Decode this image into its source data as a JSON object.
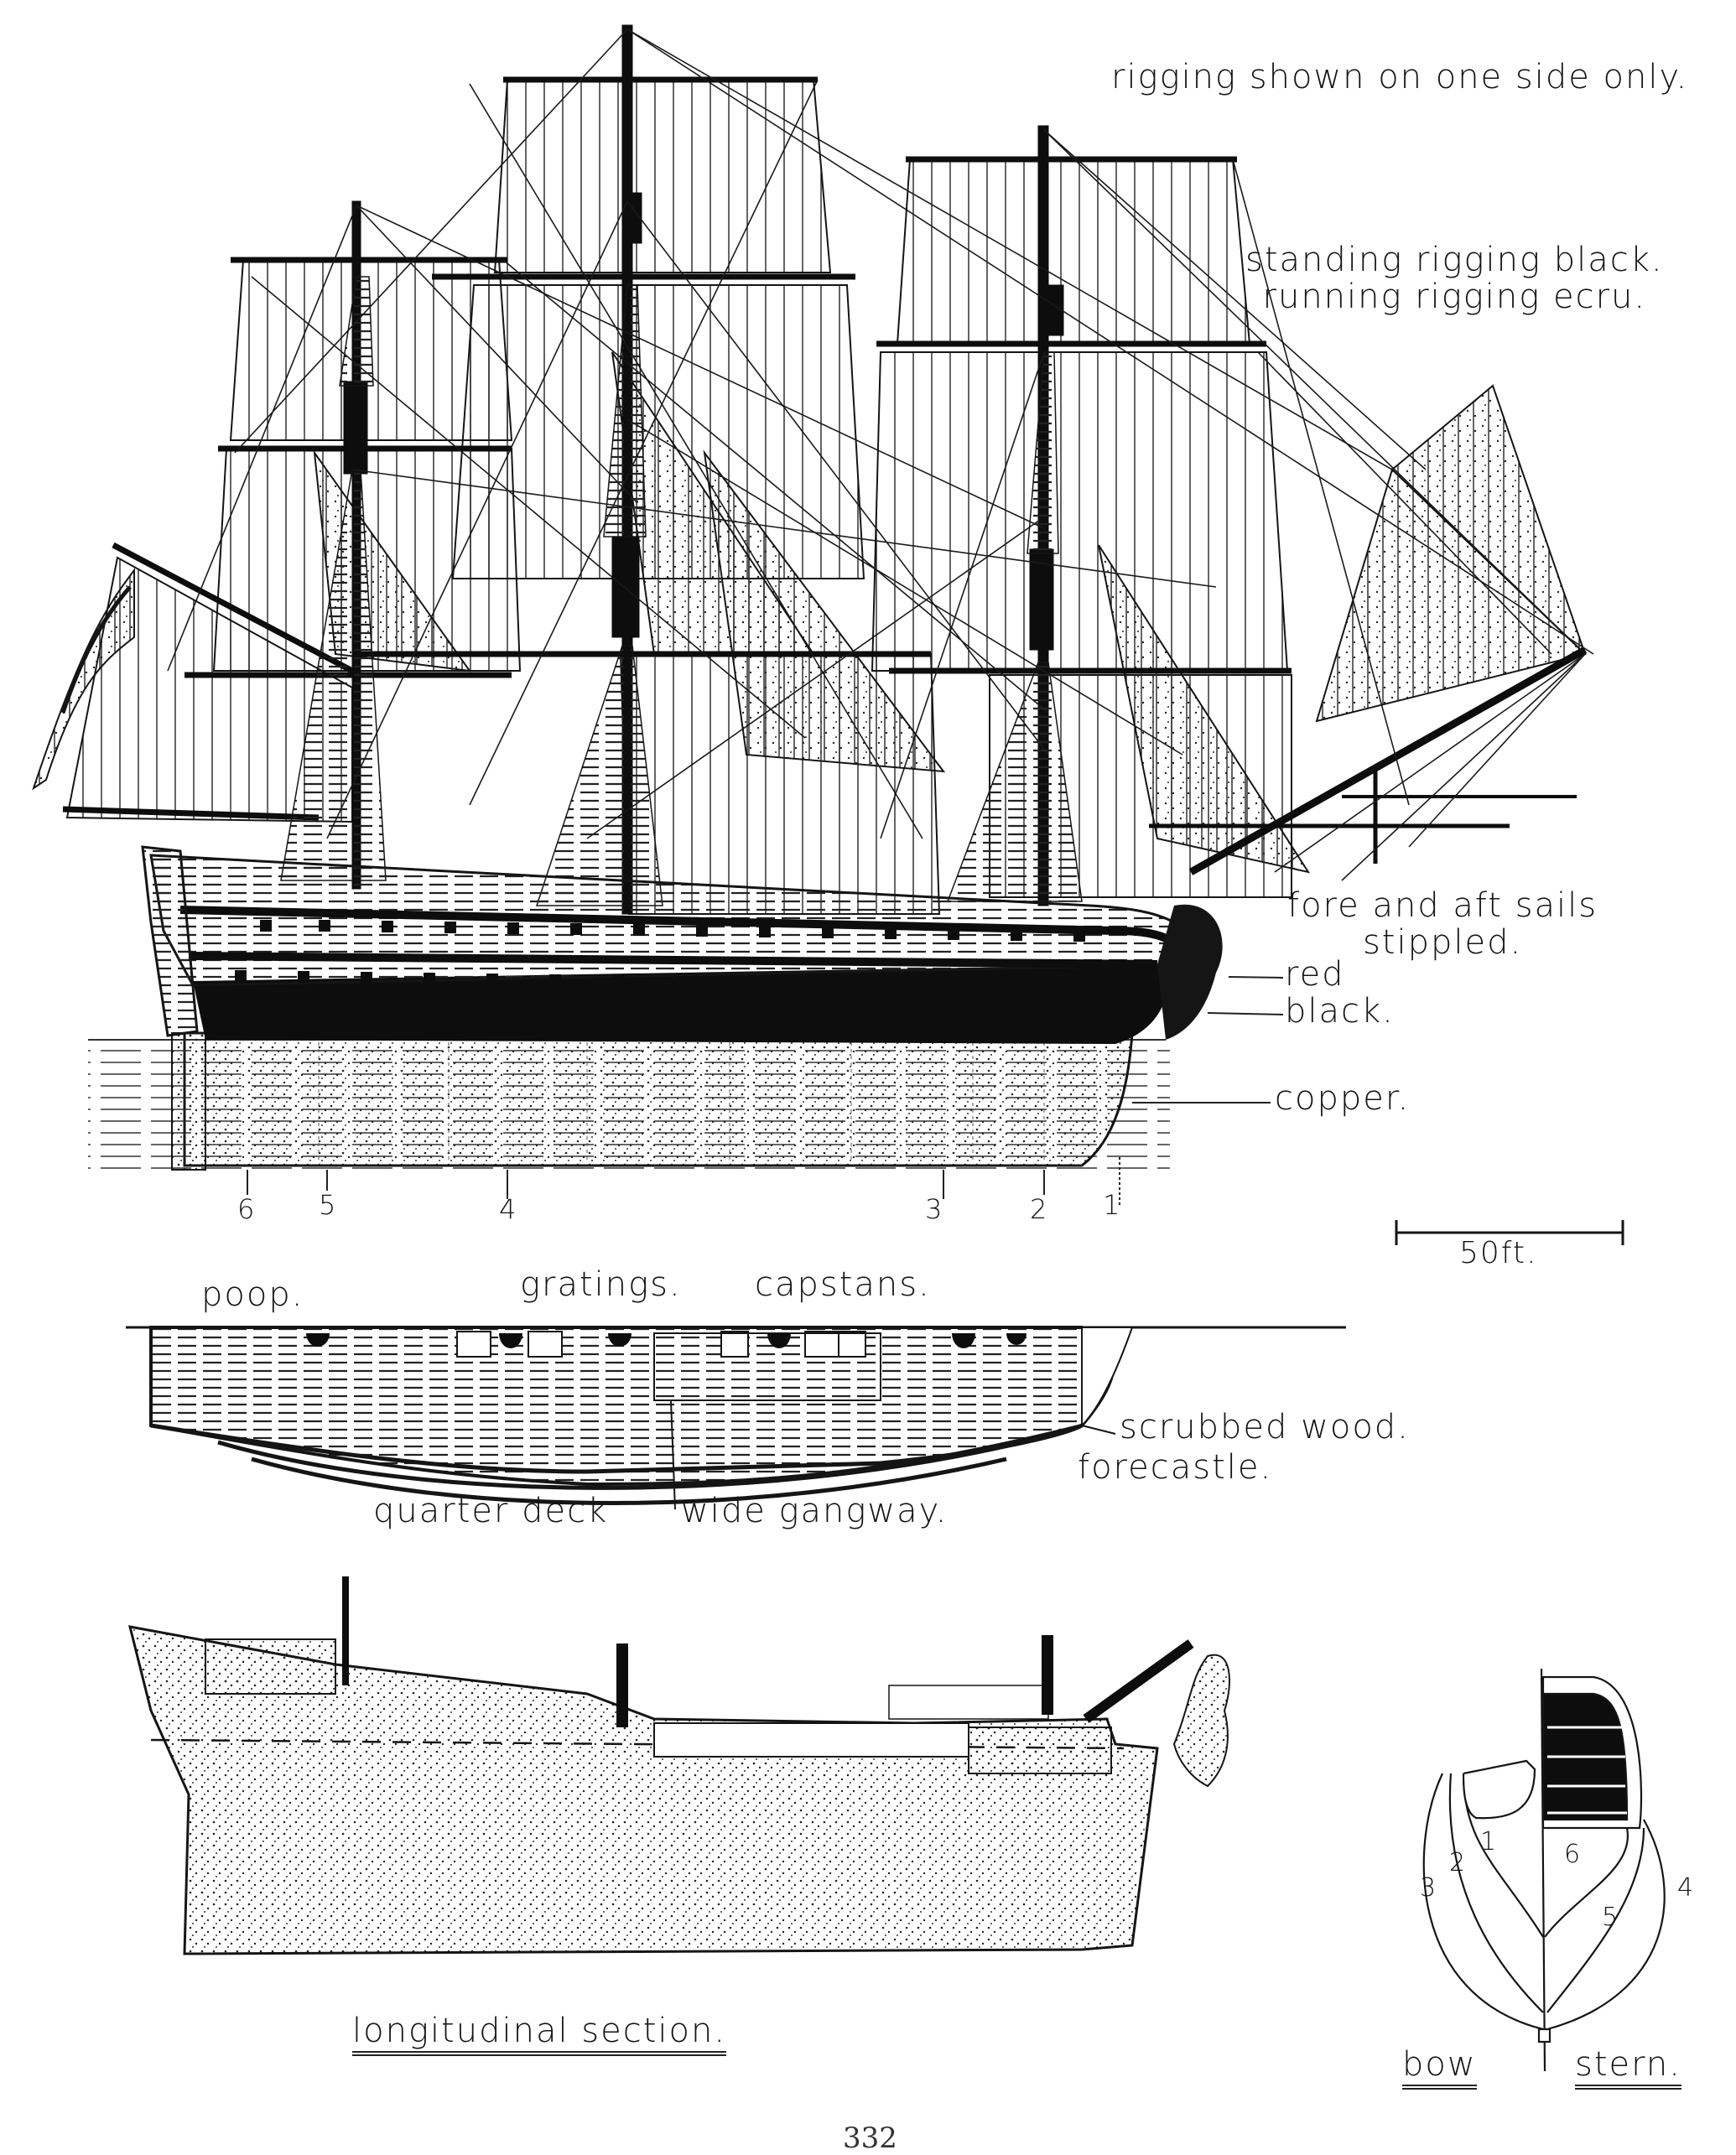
{
  "notes": {
    "rigging_one_side": "rigging shown on one side only.",
    "standing_rigging": "standing rigging black.",
    "running_rigging": "running rigging ecru.",
    "fore_aft_line1": "fore and aft sails",
    "fore_aft_line2": "stippled."
  },
  "hull_labels": {
    "red": "red",
    "black": "black.",
    "copper": "copper."
  },
  "frame_marks": [
    "6",
    "5",
    "4",
    "3",
    "2",
    "1"
  ],
  "scale_bar": {
    "label": "50ft."
  },
  "deck_plan": {
    "poop": "poop.",
    "gratings": "gratings.",
    "capstans": "capstans.",
    "scrubbed_wood": "scrubbed wood.",
    "forecastle": "forecastle.",
    "quarter_deck": "quarter deck",
    "wide_gangway": "wide gangway."
  },
  "section": {
    "title": "longitudinal section."
  },
  "body_plan": {
    "bow": "bow",
    "stern": "stern.",
    "stations": [
      "1",
      "2",
      "3",
      "4",
      "5",
      "6"
    ]
  },
  "page_number": "332",
  "colors": {
    "ink": "#151515",
    "paper": "#ffffff",
    "hull_black": "#0d0d0d"
  }
}
